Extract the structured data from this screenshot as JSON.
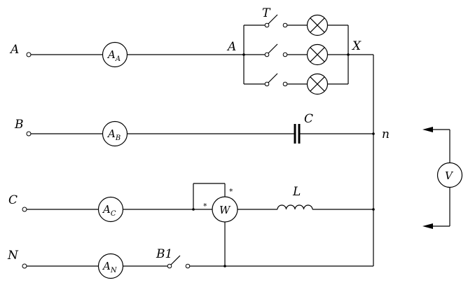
{
  "phases": {
    "a": "A",
    "b": "B",
    "c": "C",
    "n": "N"
  },
  "ammeters": {
    "symbol": "A",
    "a_sub": "A",
    "b_sub": "B",
    "c_sub": "C",
    "n_sub": "N"
  },
  "components": {
    "switch_t": "T",
    "node_a": "A",
    "node_x": "X",
    "capacitor": "C",
    "node_n": "n",
    "inductor": "L",
    "wattmeter": "W",
    "voltmeter": "V",
    "breaker": "B1",
    "star_1": "*",
    "star_2": "*"
  }
}
